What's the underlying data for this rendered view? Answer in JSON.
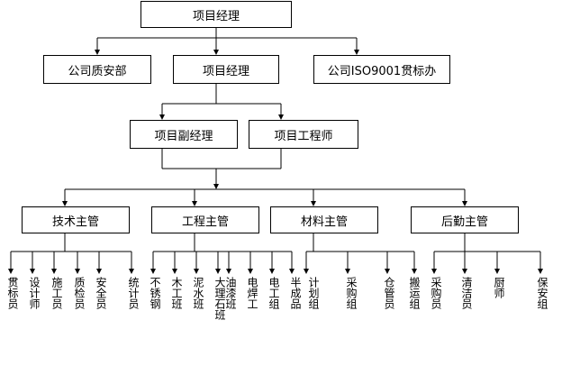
{
  "top": "项目经理",
  "level2": [
    "公司质安部",
    "项目经理",
    "公司ISO9001贯标办"
  ],
  "level3": [
    "项目副经理",
    "项目工程师"
  ],
  "level4": [
    "技术主管",
    "工程主管",
    "材料主管",
    "后勤主管"
  ],
  "leaves": {
    "tech": [
      "贯标员",
      "设计师",
      "施工员",
      "质检员",
      "安全员",
      "统计员"
    ],
    "engineering": [
      "不锈钢",
      "木工班",
      "泥水班",
      "大理石班",
      "油漆班",
      "电焊工",
      "电工组",
      "半成品"
    ],
    "material": [
      "计划组",
      "采购组",
      "仓管员",
      "搬运组"
    ],
    "logistics": [
      "采购员",
      "清洁员",
      "厨师",
      "保安组"
    ]
  }
}
